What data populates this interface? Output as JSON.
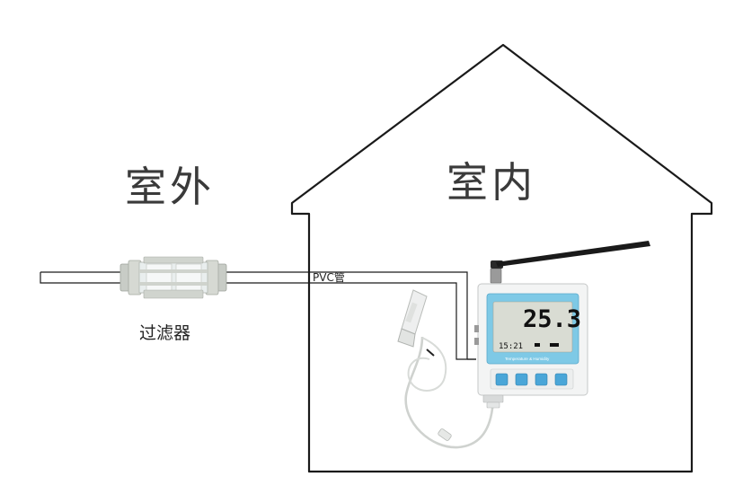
{
  "labels": {
    "outdoor": "室外",
    "indoor": "室内",
    "filter": "过滤器",
    "pipe": "PVC管"
  },
  "device": {
    "reading": "25.3",
    "time": "15:21",
    "subtitle": "Temperature & Humidity"
  },
  "colors": {
    "outline": "#1a1a1a",
    "screen": "#7ec9e6",
    "lcd": "#d9dcd3",
    "button": "#4aa6d8"
  }
}
